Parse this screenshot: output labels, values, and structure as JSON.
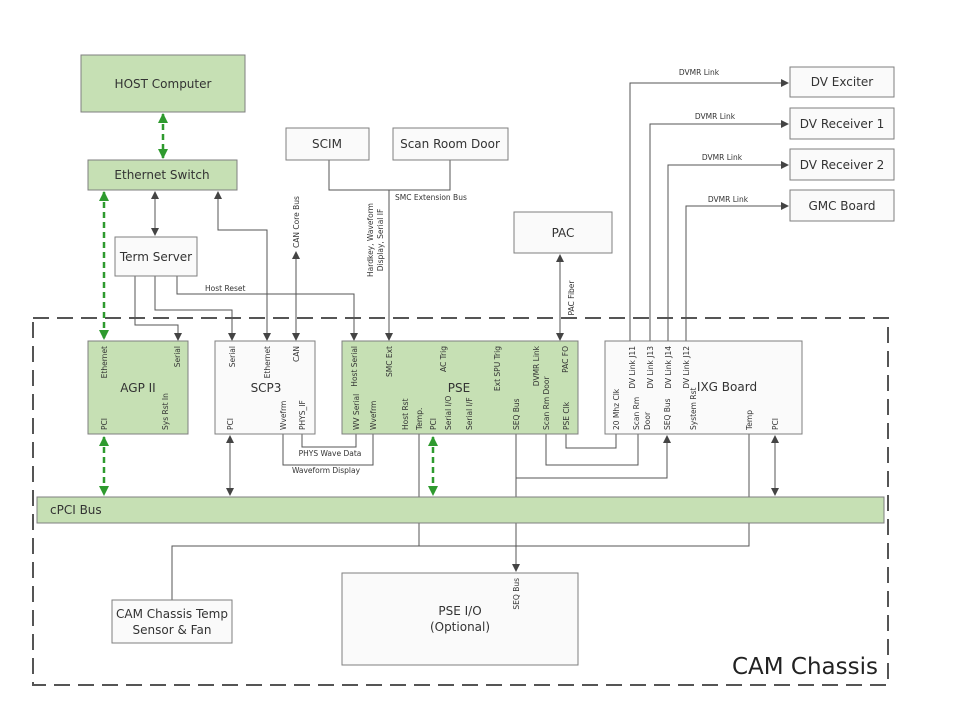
{
  "boxes": {
    "host": "HOST Computer",
    "switch": "Ethernet Switch",
    "term": "Term Server",
    "scim": "SCIM",
    "scanroom": "Scan Room Door",
    "pac": "PAC",
    "dvexciter": "DV Exciter",
    "dvrx1": "DV Receiver 1",
    "dvrx2": "DV Receiver 2",
    "gmc": "GMC Board",
    "agp": "AGP II",
    "scp3": "SCP3",
    "pse": "PSE",
    "ixg": "IXG Board",
    "cpci": "cPCI Bus",
    "tempsensor": [
      "CAM Chassis Temp",
      "Sensor & Fan"
    ],
    "pseio": [
      "PSE I/O",
      "(Optional)"
    ],
    "chassis": "CAM Chassis"
  },
  "ports": {
    "agp_top": [
      "Ethernet",
      "Serial"
    ],
    "agp_bottom": [
      "PCI",
      "Sys Rst In"
    ],
    "scp3_top": [
      "Serial",
      "Ethernet",
      "CAN"
    ],
    "scp3_bottom": [
      "PCI",
      "Wvefrm",
      "PHYS_IF"
    ],
    "pse_top": [
      "Host Serial",
      "SMC Ext",
      "AC Trig",
      "Ext SPU Trig",
      "DVMR Link",
      "PAC FO"
    ],
    "pse_bottom": [
      "WV Serial",
      "Wvefrm",
      "Host Rst",
      "Temp.",
      "PCI",
      "Serial I/O",
      "Serial I/F",
      "SEQ Bus",
      "Scan Rm Door",
      "PSE Clk"
    ],
    "ixg_top": [
      "DV Link J11",
      "DV Link J13",
      "DV Link J14",
      "DV Link J12"
    ],
    "ixg_bottom": [
      "20 Mhz Clk",
      "Scan Rm",
      "Door",
      "SEQ Bus",
      "System Rst",
      "Temp",
      "PCI"
    ],
    "pseio": "SEQ Bus"
  },
  "links": {
    "dvmr": "DVMR Link",
    "smc_bus": "SMC Extension Bus",
    "hardkey": [
      "Hardkey, Waveform",
      "Display, Serial IF"
    ],
    "can_bus": "CAN Core Bus",
    "host_reset": "Host Reset",
    "pac_fiber": "PAC Fiber",
    "phys_wave": "PHYS Wave Data",
    "wave_display": "Waveform Display"
  },
  "colors": {
    "green_fill": "#c6e0b4",
    "green_link": "#2e9a2e"
  }
}
